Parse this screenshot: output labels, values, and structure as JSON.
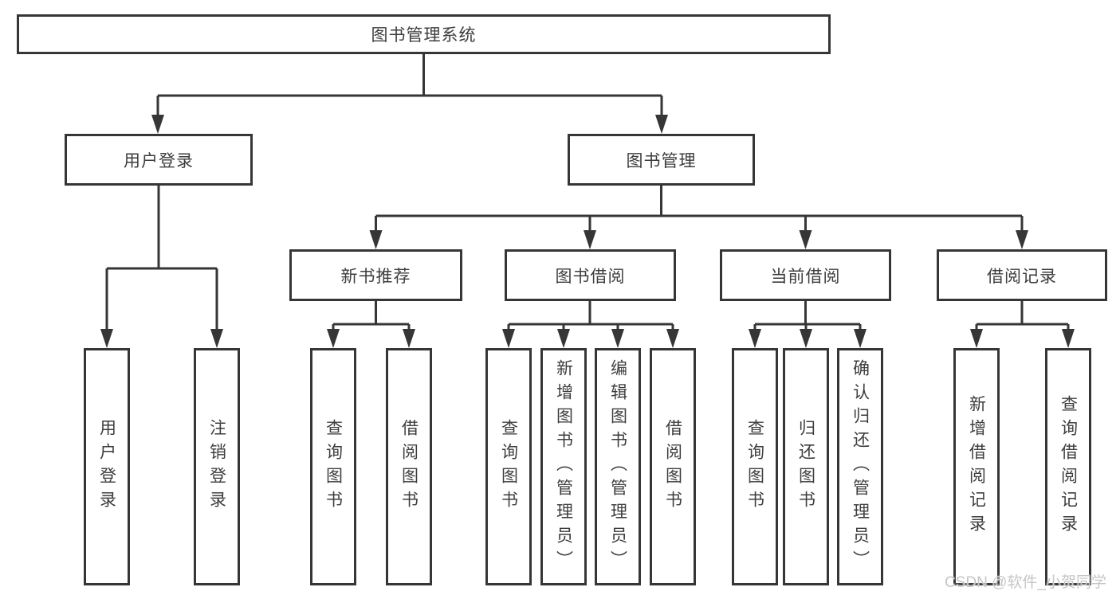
{
  "tree": {
    "label": "图书管理系统",
    "children": [
      {
        "label": "用户登录",
        "children": [
          {
            "label": "用户登录"
          },
          {
            "label": "注销登录"
          }
        ]
      },
      {
        "label": "图书管理",
        "children": [
          {
            "label": "新书推荐",
            "children": [
              {
                "label": "查询图书"
              },
              {
                "label": "借阅图书"
              }
            ]
          },
          {
            "label": "图书借阅",
            "children": [
              {
                "label": "查询图书"
              },
              {
                "label": "新增图书（管理员）"
              },
              {
                "label": "编辑图书（管理员）"
              },
              {
                "label": "借阅图书"
              }
            ]
          },
          {
            "label": "当前借阅",
            "children": [
              {
                "label": "查询图书"
              },
              {
                "label": "归还图书"
              },
              {
                "label": "确认归还（管理员）"
              }
            ]
          },
          {
            "label": "借阅记录",
            "children": [
              {
                "label": "新增借阅记录"
              },
              {
                "label": "查询借阅记录"
              }
            ]
          }
        ]
      }
    ]
  },
  "watermark": {
    "text": "CSDN @软件_小贺同学"
  },
  "colors": {
    "line": "#363636",
    "box_border": "#363636",
    "text": "#3d3d3d",
    "watermark": "#c6c6c6",
    "background": "#ffffff"
  }
}
